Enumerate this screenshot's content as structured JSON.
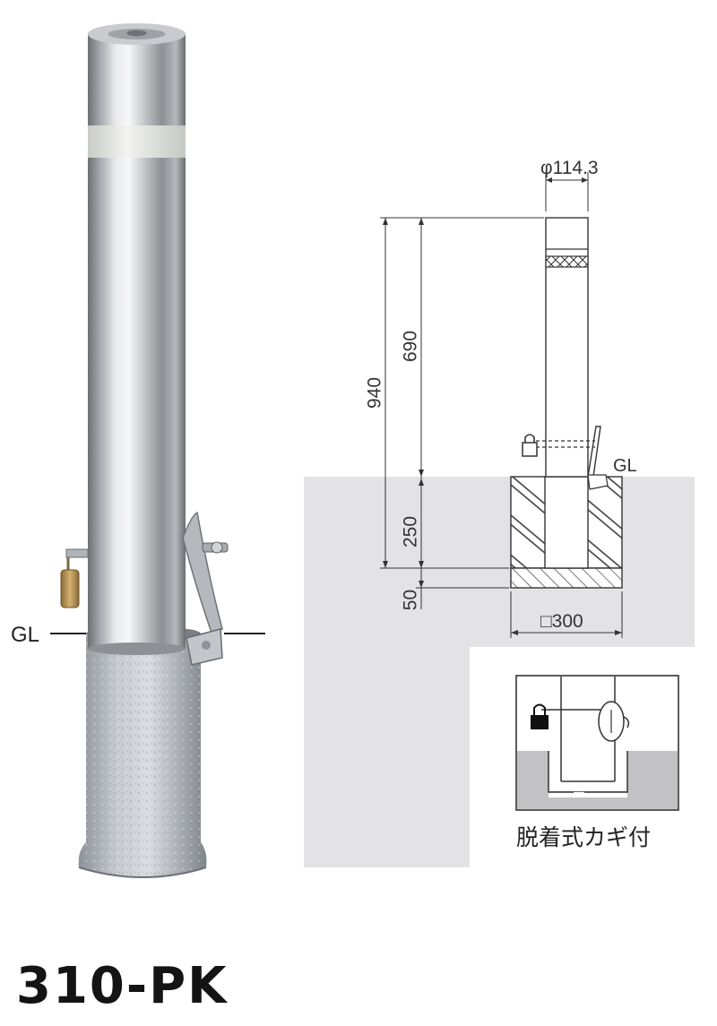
{
  "product": {
    "model": "310-PK",
    "photo_label": "GL"
  },
  "drawing": {
    "diameter": "φ114.3",
    "height_total": "940",
    "height_above_mark": "690",
    "depth_embed": "250",
    "depth_base": "50",
    "base_width": "□300",
    "ground_label": "GL",
    "inset_caption": "脱着式カギ付"
  },
  "colors": {
    "ground": "#e3e3e5",
    "line": "#333333",
    "inset_ground": "#c2c2c4"
  }
}
